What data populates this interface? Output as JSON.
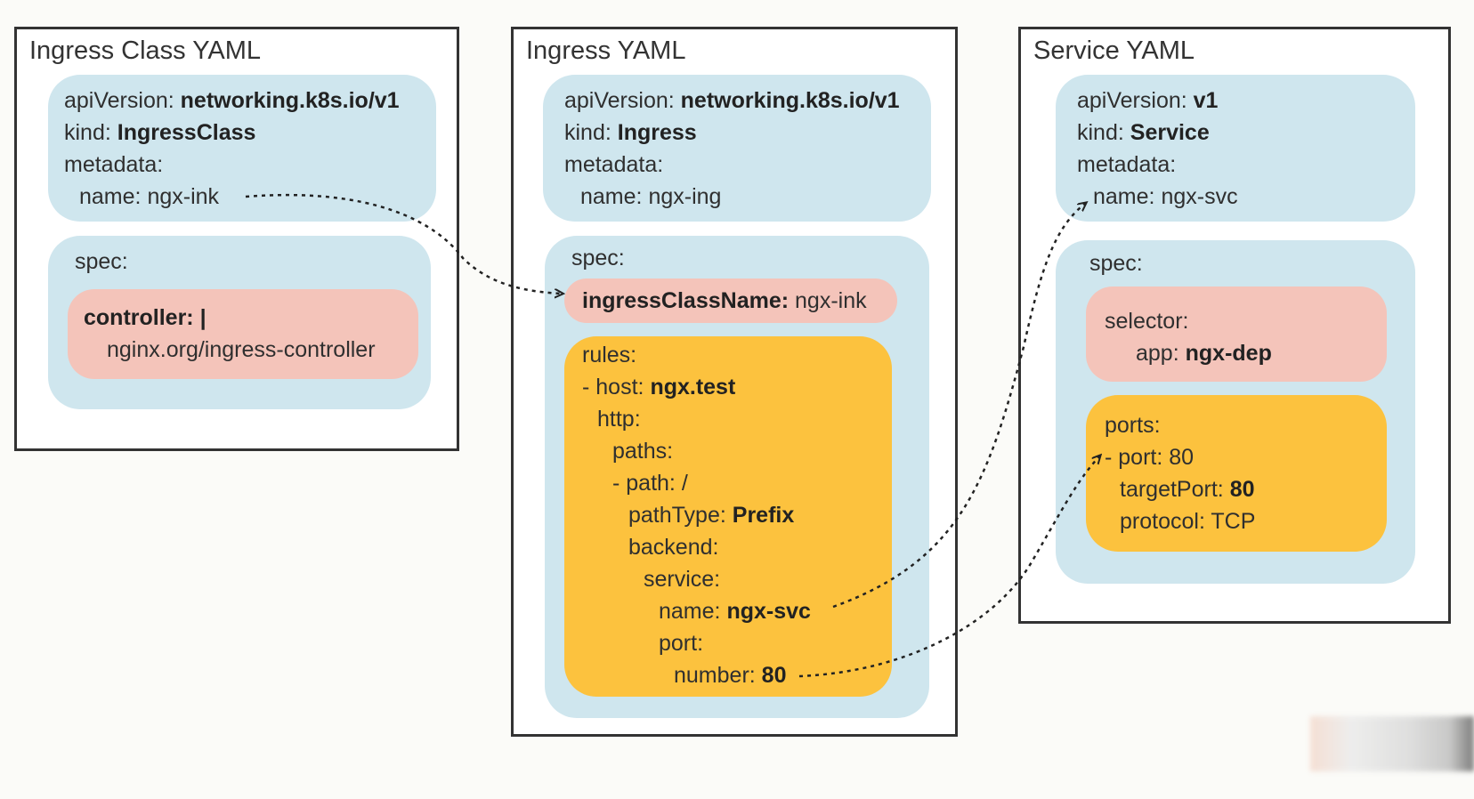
{
  "panels": {
    "ingress_class": {
      "title": "Ingress Class YAML",
      "meta": {
        "apiVersion_key": "apiVersion:",
        "apiVersion_val": "networking.k8s.io/v1",
        "kind_key": "kind:",
        "kind_val": "IngressClass",
        "metadata_key": "metadata:",
        "name_key": "name:",
        "name_val": "ngx-ink"
      },
      "spec_key": "spec:",
      "controller_key": "controller: |",
      "controller_val": "nginx.org/ingress-controller"
    },
    "ingress": {
      "title": "Ingress YAML",
      "meta": {
        "apiVersion_key": "apiVersion:",
        "apiVersion_val": "networking.k8s.io/v1",
        "kind_key": "kind:",
        "kind_val": "Ingress",
        "metadata_key": "metadata:",
        "name_key": "name:",
        "name_val": "ngx-ing"
      },
      "spec_key": "spec:",
      "ingress_class_name_key": "ingressClassName:",
      "ingress_class_name_val": "ngx-ink",
      "rules": {
        "rules_key": "rules:",
        "host_key": "- host:",
        "host_val": "ngx.test",
        "http_key": "http:",
        "paths_key": "paths:",
        "path_key": "- path:",
        "path_val": "/",
        "pathtype_key": "pathType:",
        "pathtype_val": "Prefix",
        "backend_key": "backend:",
        "service_key": "service:",
        "svc_name_key": "name:",
        "svc_name_val": "ngx-svc",
        "port_key": "port:",
        "number_key": "number:",
        "number_val": "80"
      }
    },
    "service": {
      "title": "Service YAML",
      "meta": {
        "apiVersion_key": "apiVersion:",
        "apiVersion_val": "v1",
        "kind_key": "kind:",
        "kind_val": "Service",
        "metadata_key": "metadata:",
        "name_key": "name:",
        "name_val": "ngx-svc"
      },
      "spec_key": "spec:",
      "selector_key": "selector:",
      "app_key": "app:",
      "app_val": "ngx-dep",
      "ports": {
        "ports_key": "ports:",
        "port_key": "- port:",
        "port_val": "80",
        "target_port_key": "targetPort:",
        "target_port_val": "80",
        "protocol_key": "protocol:",
        "protocol_val": "TCP"
      }
    }
  },
  "colors": {
    "blob": "#cfe6ee",
    "pink": "#f4c4ba",
    "yellow": "#fcc23e",
    "border": "#333333"
  }
}
